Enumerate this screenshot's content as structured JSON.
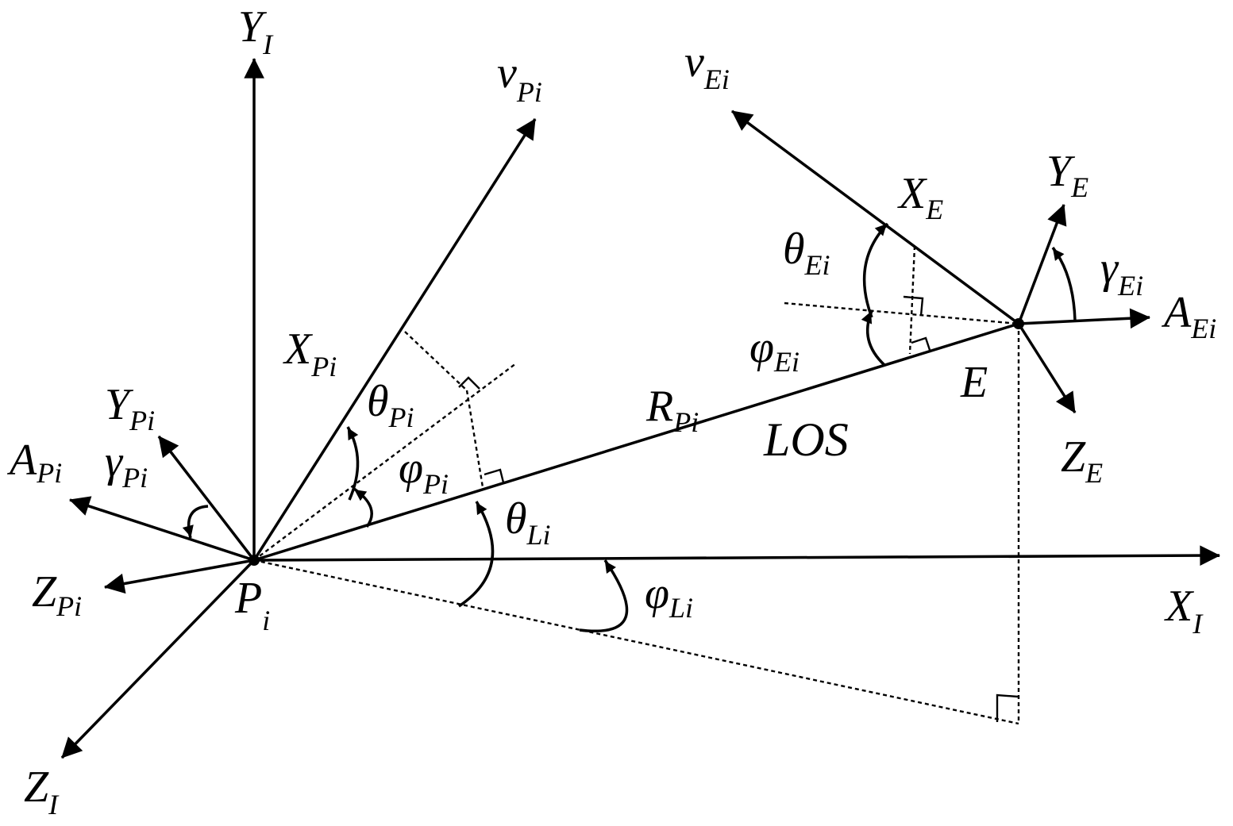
{
  "labels": {
    "y_axis": {
      "main": "Y",
      "sub": "I"
    },
    "x_axis": {
      "main": "X",
      "sub": "I"
    },
    "z_axis": {
      "main": "Z",
      "sub": "I"
    },
    "v_p": {
      "main": "v",
      "sub": "Pi"
    },
    "v_e": {
      "main": "v",
      "sub": "Ei"
    },
    "x_p": {
      "main": "X",
      "sub": "Pi"
    },
    "y_p": {
      "main": "Y",
      "sub": "Pi"
    },
    "a_p": {
      "main": "A",
      "sub": "Pi"
    },
    "gamma_p": {
      "main": "γ",
      "sub": "Pi"
    },
    "z_p": {
      "main": "Z",
      "sub": "Pi"
    },
    "p_i": {
      "main": "P",
      "sub": "i"
    },
    "theta_p": {
      "main": "θ",
      "sub": "Pi"
    },
    "phi_p": {
      "main": "φ",
      "sub": "Pi"
    },
    "theta_l": {
      "main": "θ",
      "sub": "Li"
    },
    "phi_l": {
      "main": "φ",
      "sub": "Li"
    },
    "r_p": {
      "main": "R",
      "sub": "Pi"
    },
    "los": "LOS",
    "x_e": {
      "main": "X",
      "sub": "E"
    },
    "y_e": {
      "main": "Y",
      "sub": "E"
    },
    "z_e": {
      "main": "Z",
      "sub": "E"
    },
    "theta_e": {
      "main": "θ",
      "sub": "Ei"
    },
    "phi_e": {
      "main": "φ",
      "sub": "Ei"
    },
    "gamma_e": {
      "main": "γ",
      "sub": "Ei"
    },
    "a_e": {
      "main": "A",
      "sub": "Ei"
    },
    "e_point": "E"
  }
}
